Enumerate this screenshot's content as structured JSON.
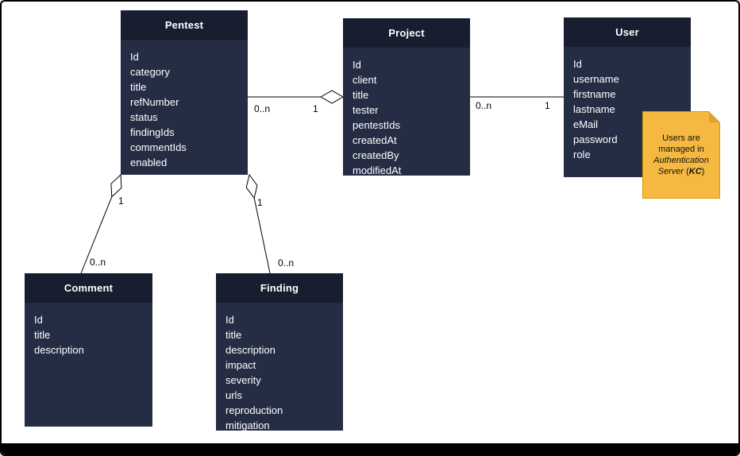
{
  "diagram": {
    "entities": [
      {
        "name": "Pentest",
        "fields": [
          "Id",
          "category",
          "title",
          "refNumber",
          "status",
          "findingIds",
          "commentIds",
          "enabled"
        ]
      },
      {
        "name": "Project",
        "fields": [
          "Id",
          "client",
          "title",
          "tester",
          "pentestIds",
          "createdAt",
          "createdBy",
          "modifiedAt"
        ]
      },
      {
        "name": "User",
        "fields": [
          "Id",
          "username",
          "firstname",
          "lastname",
          "eMail",
          "password",
          "role"
        ]
      },
      {
        "name": "Comment",
        "fields": [
          "Id",
          "title",
          "description"
        ]
      },
      {
        "name": "Finding",
        "fields": [
          "Id",
          "title",
          "description",
          "impact",
          "severity",
          "urls",
          "reproduction",
          "mitigation"
        ]
      }
    ],
    "relationships": [
      {
        "from": "Pentest",
        "to": "Project",
        "from_card": "0..n",
        "to_card": "1",
        "type": "aggregation"
      },
      {
        "from": "Project",
        "to": "User",
        "from_card": "0..n",
        "to_card": "1",
        "type": "association"
      },
      {
        "from": "Comment",
        "to": "Pentest",
        "from_card": "0..n",
        "to_card": "1",
        "type": "aggregation"
      },
      {
        "from": "Finding",
        "to": "Pentest",
        "from_card": "0..n",
        "to_card": "1",
        "type": "aggregation"
      }
    ],
    "note": {
      "line1": "Users are",
      "line2": "managed in",
      "line3": "Authentication",
      "line4_italic": "Server",
      "line4_open": " (",
      "line4_bold": "KC",
      "line4_close": ")"
    },
    "colors": {
      "entity_header": "#181d30",
      "entity_body": "#252d45",
      "entity_text": "#ffffff",
      "note_fill": "#f5b942",
      "note_border": "#d79b00",
      "connector": "#000000"
    }
  }
}
